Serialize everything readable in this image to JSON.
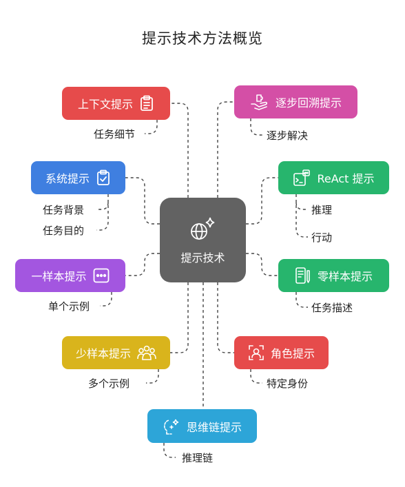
{
  "title": "提示技术方法概览",
  "center": {
    "label": "提示技术",
    "icon": "globe-sparkle-icon"
  },
  "nodes": [
    {
      "id": "context",
      "label": "上下文提示",
      "color": "#E64B4B",
      "icon": "clipboard-icon",
      "details": [
        "任务细节"
      ]
    },
    {
      "id": "system",
      "label": "系统提示",
      "color": "#3F7FE0",
      "icon": "clipboard-check-icon",
      "details": [
        "任务背景",
        "任务目的"
      ]
    },
    {
      "id": "one-shot",
      "label": "一样本提示",
      "color": "#A356E0",
      "icon": "ellipsis-icon",
      "details": [
        "单个示例"
      ]
    },
    {
      "id": "few-shot",
      "label": "少样本提示",
      "color": "#D9B41C",
      "icon": "group-icon",
      "details": [
        "多个示例"
      ]
    },
    {
      "id": "cot",
      "label": "思维链提示",
      "color": "#2DA5D8",
      "icon": "head-sparkle-icon",
      "details": [
        "推理链"
      ]
    },
    {
      "id": "stepback",
      "label": "逐步回溯提示",
      "color": "#D44FA6",
      "icon": "hand-puzzle-icon",
      "details": [
        "逐步解决"
      ]
    },
    {
      "id": "react",
      "label": "ReAct 提示",
      "color": "#27B56D",
      "icon": "terminal-robot-icon",
      "details": [
        "推理",
        "行动"
      ]
    },
    {
      "id": "zero-shot",
      "label": "零样本提示",
      "color": "#27B56D",
      "icon": "document-pen-icon",
      "details": [
        "任务描述"
      ]
    },
    {
      "id": "role",
      "label": "角色提示",
      "color": "#E64B4B",
      "icon": "face-scan-icon",
      "details": [
        "特定身份"
      ]
    }
  ]
}
